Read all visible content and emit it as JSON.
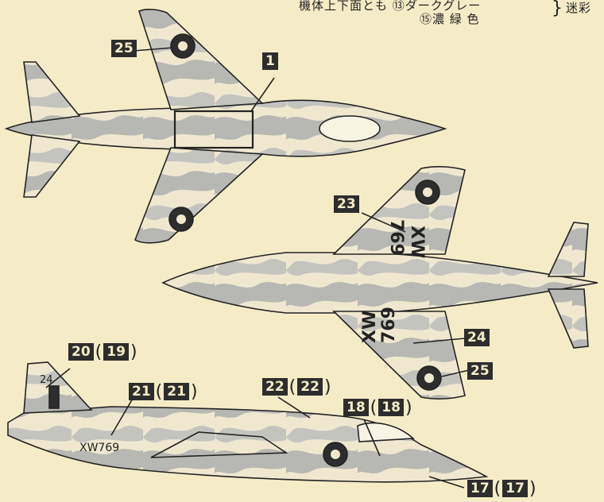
{
  "header": {
    "line1": "機体上下面とも",
    "line1_right": "⑬ダークグレー",
    "line2_right": "⑮濃 緑 色",
    "camo": "迷彩"
  },
  "callouts": {
    "c1": "1",
    "c25_top": "25",
    "c23": "23",
    "c24": "24",
    "c25_bottom": "25",
    "c20": "20",
    "c20_alt": "19",
    "c21": "21",
    "c21_alt": "21",
    "c22": "22",
    "c22_alt": "22",
    "c18": "18",
    "c18_alt": "18",
    "c17": "17",
    "c17_alt": "17"
  },
  "markings": {
    "serial_upper_1": "XW",
    "serial_upper_2": "769",
    "serial_lower_1": "XW",
    "serial_lower_2": "769",
    "fin_code": "24",
    "side_serial": "XW769"
  },
  "colors": {
    "paper": "#f4ecc6",
    "camo_light": "#efe8cf",
    "camo_dark": "#b7b8b3",
    "ink": "#222222"
  }
}
